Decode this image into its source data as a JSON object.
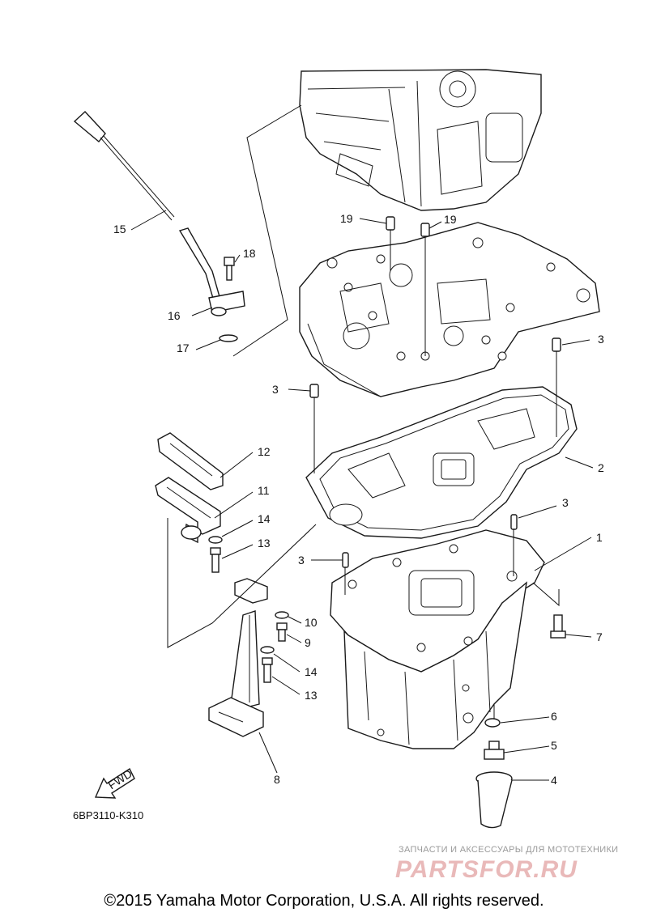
{
  "callouts": {
    "c1": "1",
    "c2": "2",
    "c3a": "3",
    "c3b": "3",
    "c3c": "3",
    "c3d": "3",
    "c4": "4",
    "c5": "5",
    "c6": "6",
    "c7": "7",
    "c8": "8",
    "c9": "9",
    "c10": "10",
    "c11": "11",
    "c12": "12",
    "c13a": "13",
    "c13b": "13",
    "c14a": "14",
    "c14b": "14",
    "c15": "15",
    "c16": "16",
    "c17": "17",
    "c18": "18",
    "c19a": "19",
    "c19b": "19"
  },
  "fwd_label": "FWD",
  "diagram_code": "6BP3110-K310",
  "watermark": {
    "subtitle": "ЗАПЧАСТИ И АКСЕССУАРЫ ДЛЯ МОТОТЕХНИКИ",
    "logo": "PARTSFOR.RU"
  },
  "copyright": "©2015 Yamaha Motor Corporation, U.S.A. All rights reserved."
}
